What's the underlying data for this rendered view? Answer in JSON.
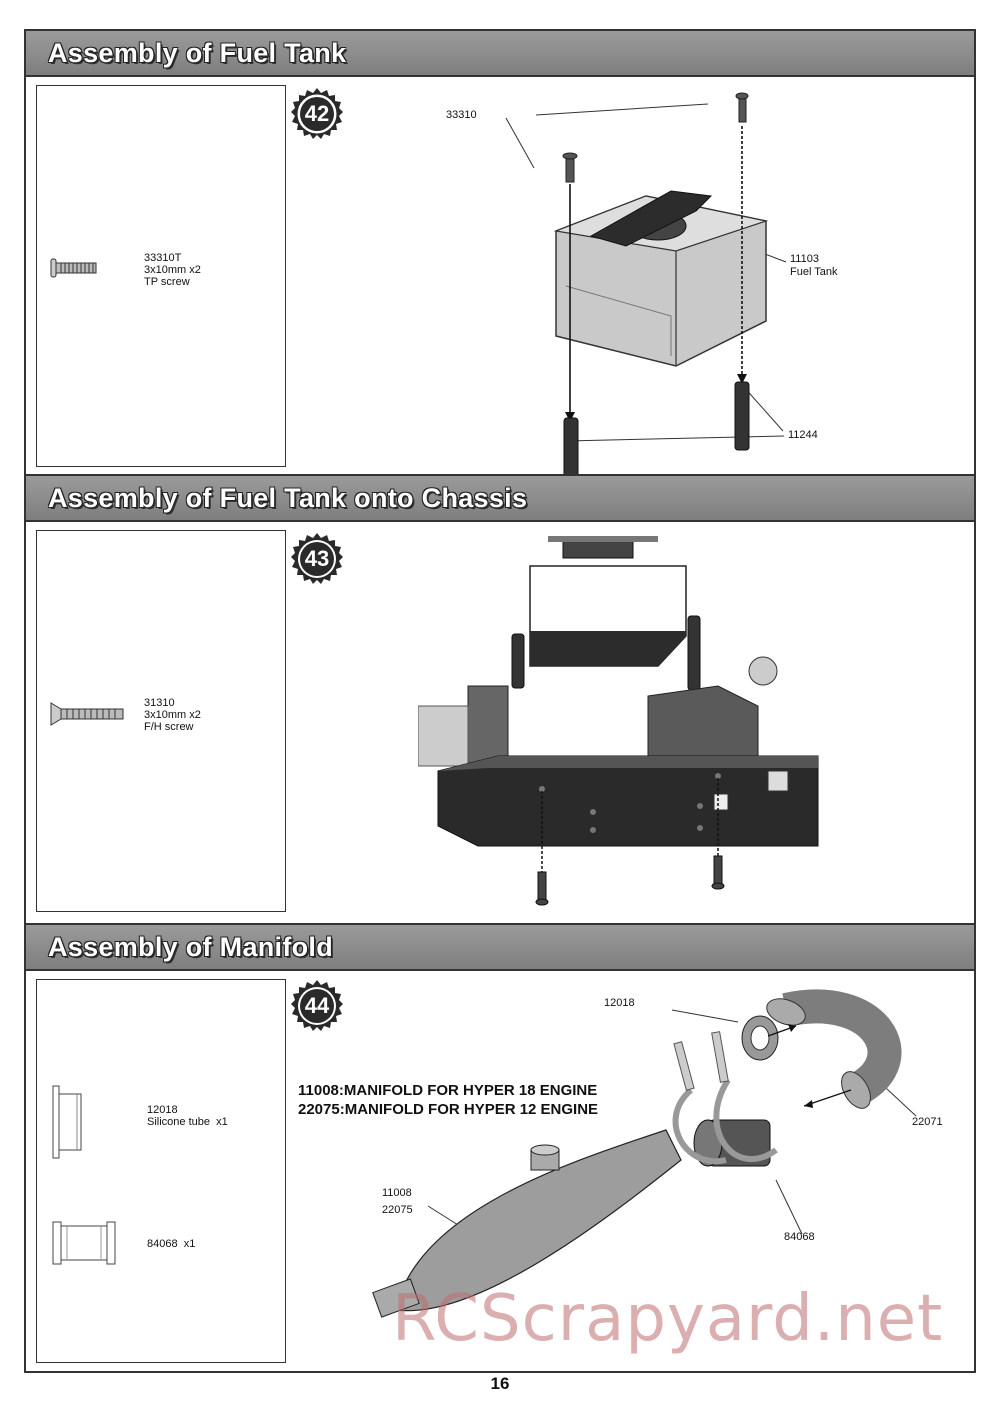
{
  "sections": [
    {
      "title": "Assembly of Fuel Tank",
      "step": "42",
      "parts": [
        {
          "number": "33310T",
          "size": "3x10mm x2",
          "name": "TP screw"
        }
      ],
      "callouts": [
        {
          "text": "33310"
        },
        {
          "text": "11103\nFuel Tank"
        },
        {
          "text": "11244"
        }
      ]
    },
    {
      "title": "Assembly of Fuel Tank onto Chassis",
      "step": "43",
      "parts": [
        {
          "number": "31310",
          "size": "3x10mm x2",
          "name": "F/H screw"
        }
      ],
      "callouts": []
    },
    {
      "title": "Assembly of Manifold",
      "step": "44",
      "parts": [
        {
          "number": "12018",
          "label": "Silicone tube  x1"
        },
        {
          "label": "84068  x1"
        }
      ],
      "notes": [
        "11008:MANIFOLD FOR HYPER 18 ENGINE",
        "22075:MANIFOLD FOR HYPER 12 ENGINE"
      ],
      "callouts": [
        {
          "text": "12018"
        },
        {
          "text": "22071"
        },
        {
          "text": "11008\n22075"
        },
        {
          "text": "84068"
        }
      ]
    }
  ],
  "watermark": "RCScrapyard.net",
  "page_number": "16"
}
